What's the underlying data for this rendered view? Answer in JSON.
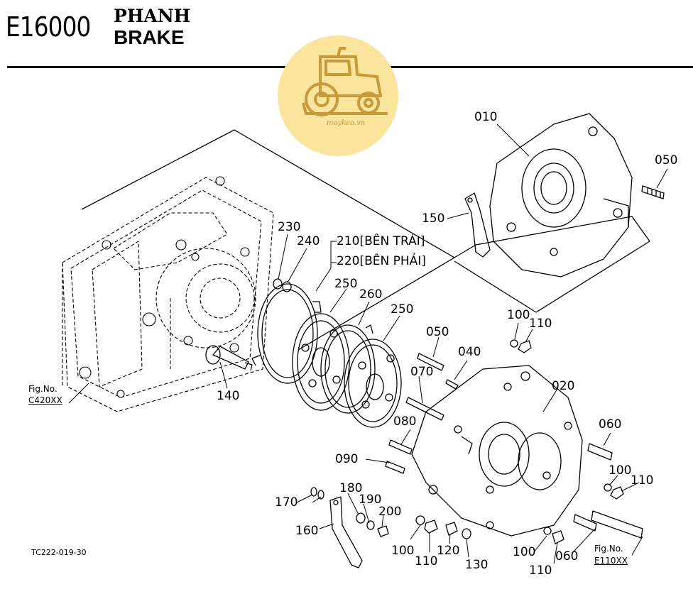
{
  "header": {
    "code": "E16000",
    "title_vi": "PHANH",
    "title_en": "BRAKE"
  },
  "logo": {
    "text": "maykeo.vn",
    "color": "#fbe49b"
  },
  "parts": {
    "p010": "010",
    "p050a": "050",
    "p150": "150",
    "p230": "230",
    "p240": "240",
    "p210": "210[BÊN TRÁI]",
    "p220": "220[BÊN PHẢI]",
    "p250a": "250",
    "p260": "260",
    "p250b": "250",
    "p100a": "100",
    "p110a": "110",
    "p050b": "050",
    "p040": "040",
    "p070": "070",
    "p020": "020",
    "p140": "140",
    "p080": "080",
    "p060a": "060",
    "p090": "090",
    "p100b": "100",
    "p110b": "110",
    "p180": "180",
    "p190": "190",
    "p170": "170",
    "p200": "200",
    "p160": "160",
    "p100c": "100",
    "p110c": "110",
    "p120": "120",
    "p130": "130",
    "p100d": "100",
    "p060b": "060",
    "p110d": "110"
  },
  "references": {
    "left_fig": "Fig.No.",
    "left_code": "C420XX",
    "right_fig": "Fig.No.",
    "right_code": "E110XX"
  },
  "drawing_id": "TC222-019-30"
}
